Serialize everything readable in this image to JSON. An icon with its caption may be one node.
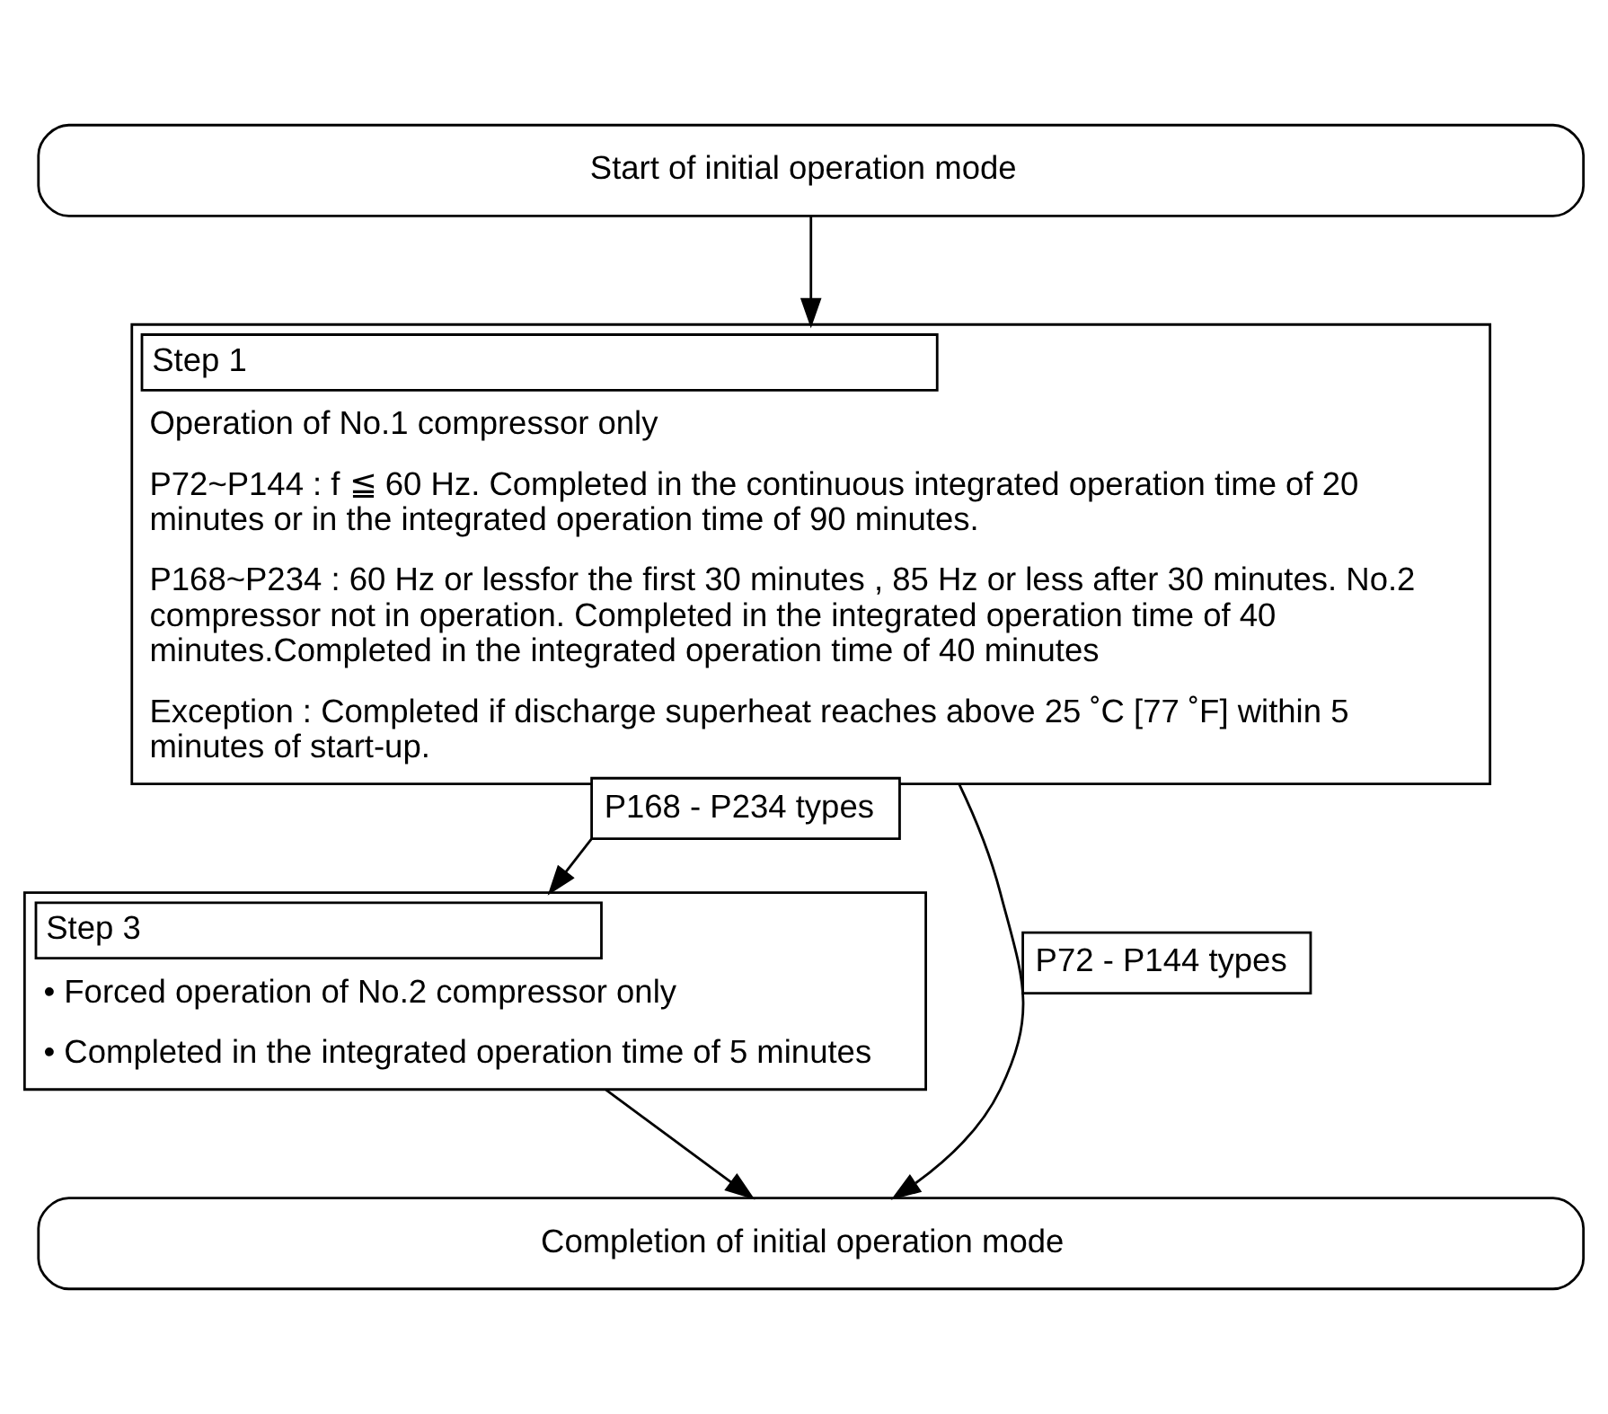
{
  "diagram": {
    "nodes": [
      {
        "text": [
          "Start of initial operation mode"
        ]
      },
      {
        "text": [
          "Step 1",
          "Operation of No.1 compressor only",
          "P72~P144 : f ≦ 60 Hz. Completed in the continuous integrated operation time of 20 minutes or in the integrated operation time of 90 minutes.",
          "P168~P234 : 60 Hz or lessfor the first 30 minutes , 85 Hz or less after 30 minutes. No.2 compressor not in operation. Completed in the integrated operation time of 40 minutes.Completed in the integrated operation time of 40 minutes",
          "Exception : Completed if discharge superheat reaches above 25 ˚C [77 ˚F] within 5 minutes of start-up."
        ]
      },
      {
        "text": [
          "Step 3",
          "• Forced operation of No.2 compressor only",
          "• Completed in the integrated operation time of 5 minutes"
        ]
      },
      {
        "text": [
          "Completion of initial operation mode"
        ]
      }
    ],
    "edges": [
      {
        "from": 0,
        "to": 1,
        "arrow": "to"
      },
      {
        "from": 1,
        "to": 2,
        "arrow": "to",
        "label": "P168 - P234 types"
      },
      {
        "from": 2,
        "to": 3,
        "arrow": "to"
      },
      {
        "from": 1,
        "to": 3,
        "arrow": "to",
        "label": "P72 - P144 types"
      }
    ]
  }
}
